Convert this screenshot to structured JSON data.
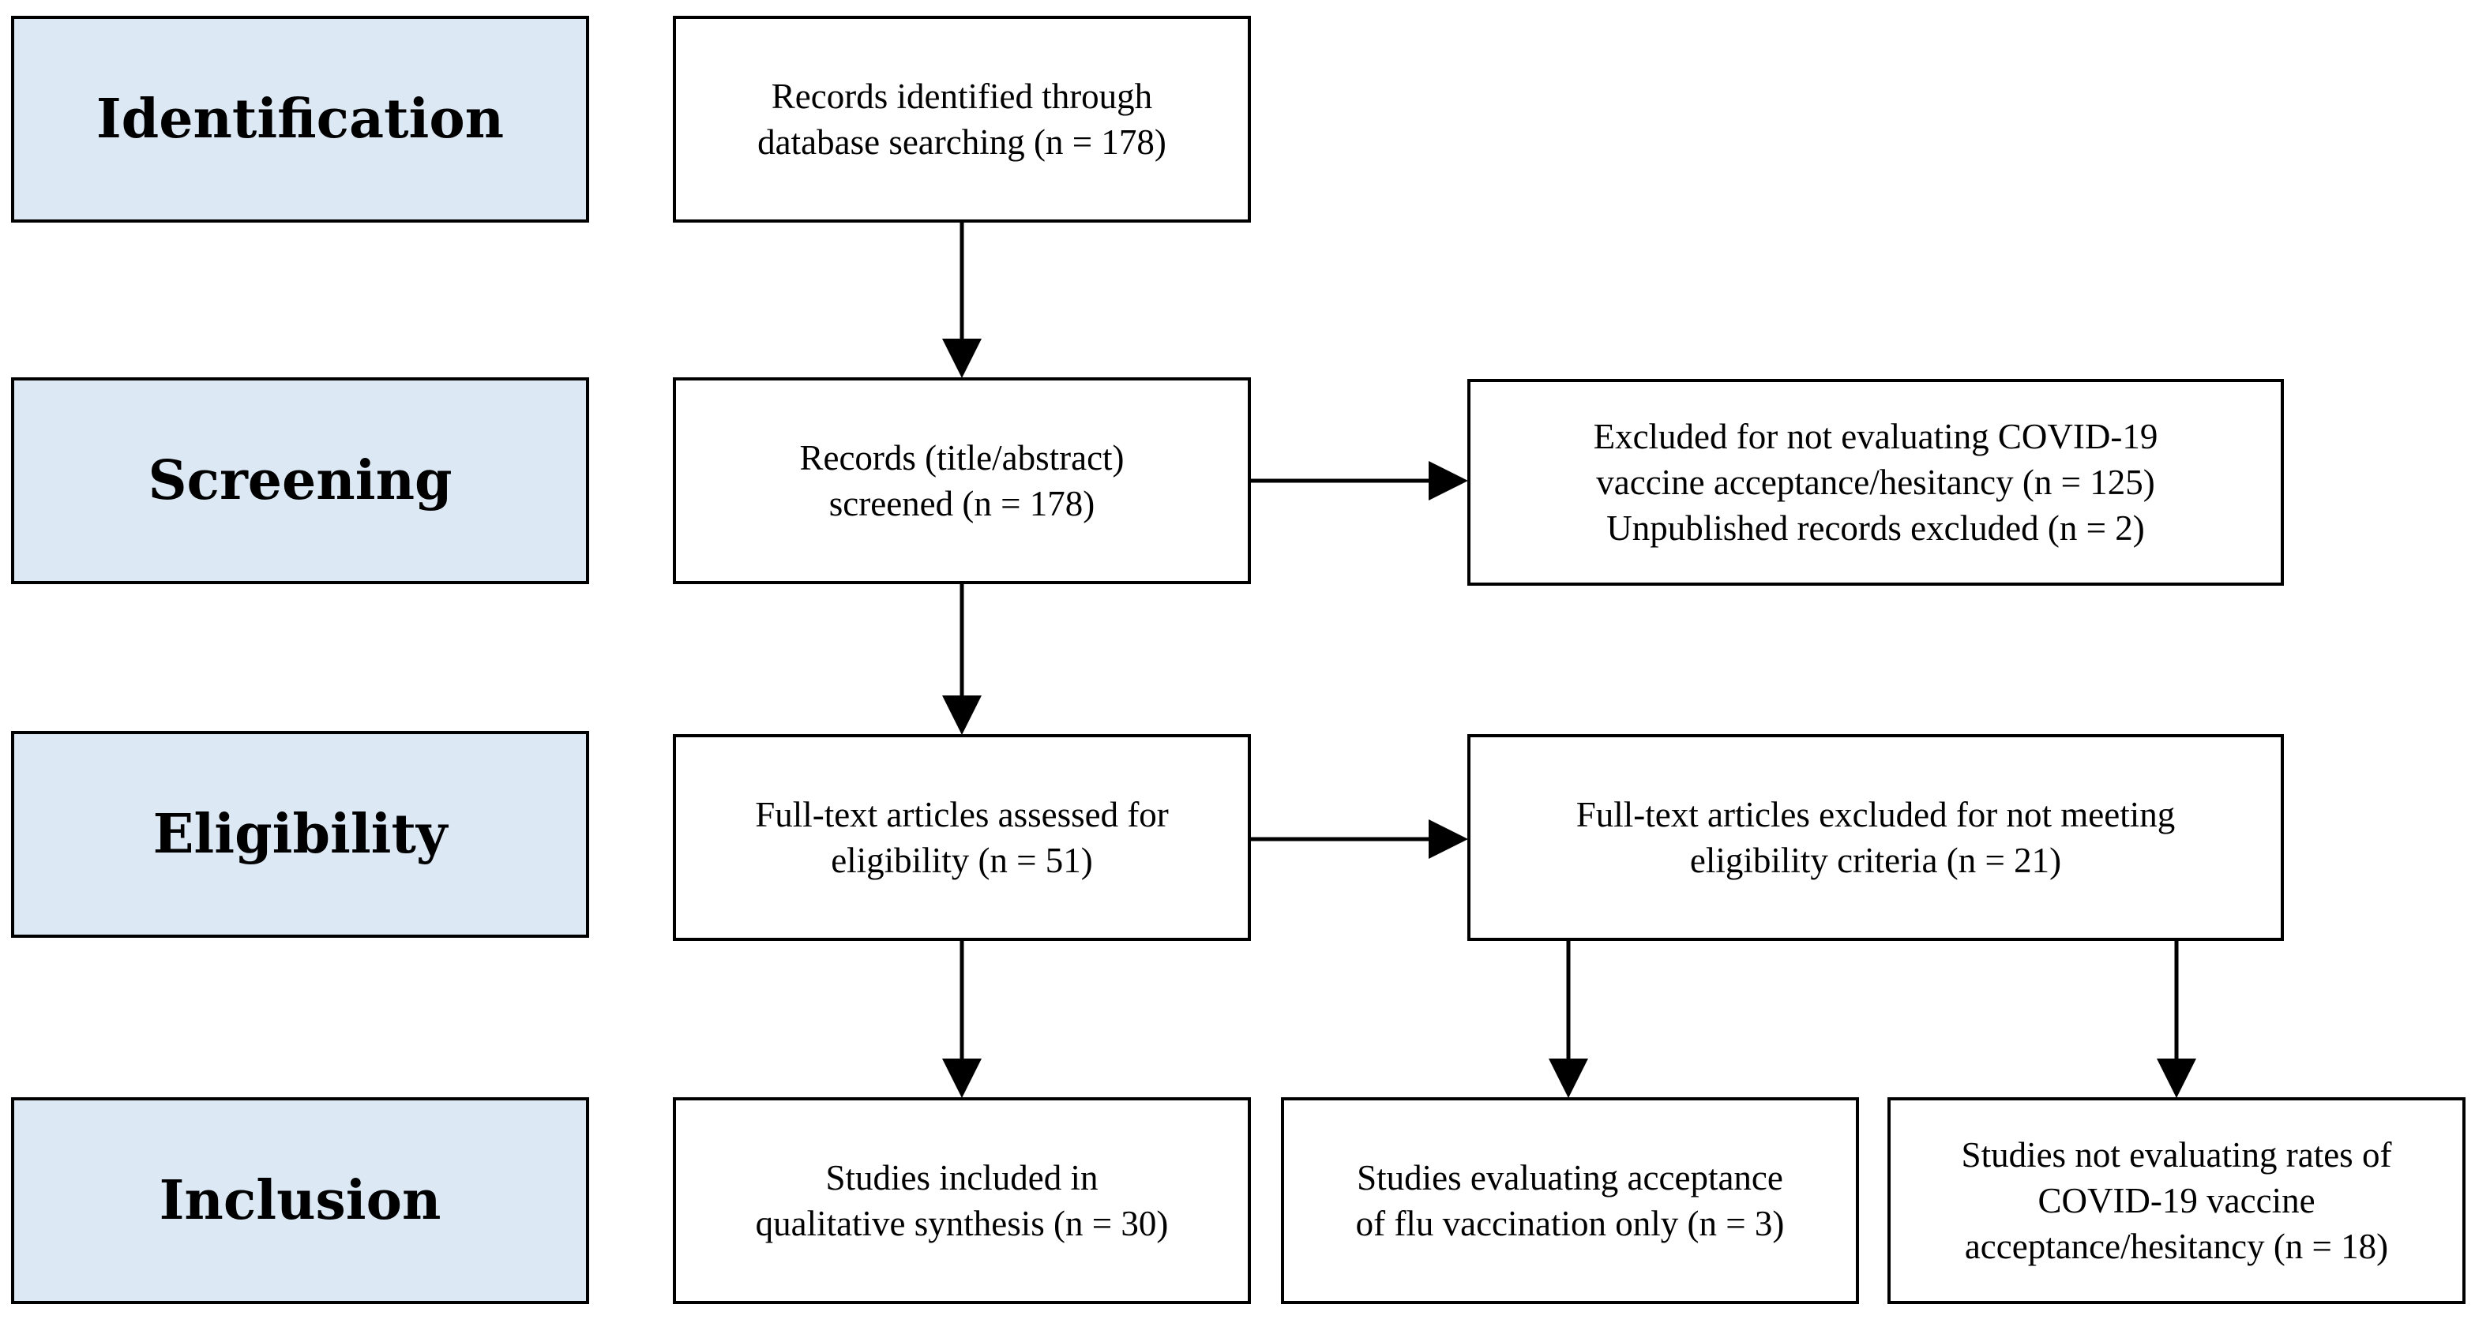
{
  "colors": {
    "phase_fill": "#dce9f5",
    "border": "#000000",
    "box_fill": "#ffffff"
  },
  "phases": {
    "identification": "Identification",
    "screening": "Screening",
    "eligibility": "Eligibility",
    "inclusion": "Inclusion"
  },
  "boxes": {
    "records_identified": [
      "Records identified through",
      "database searching (n = 178)"
    ],
    "records_screened": [
      "Records (title/abstract)",
      "screened (n = 178)"
    ],
    "excluded_screening": [
      "Excluded for not evaluating COVID-19",
      "vaccine acceptance/hesitancy (n = 125)",
      "Unpublished records excluded (n = 2)"
    ],
    "fulltext_assessed": [
      "Full-text articles assessed for",
      "eligibility (n = 51)"
    ],
    "fulltext_excluded": [
      "Full-text articles excluded for not meeting",
      "eligibility criteria (n = 21)"
    ],
    "studies_included": [
      "Studies included in",
      "qualitative synthesis (n = 30)"
    ],
    "flu_only": [
      "Studies evaluating acceptance",
      "of flu vaccination only (n = 3)"
    ],
    "not_evaluating_rates": [
      "Studies not evaluating rates of",
      "COVID-19 vaccine",
      "acceptance/hesitancy (n = 18)"
    ]
  }
}
